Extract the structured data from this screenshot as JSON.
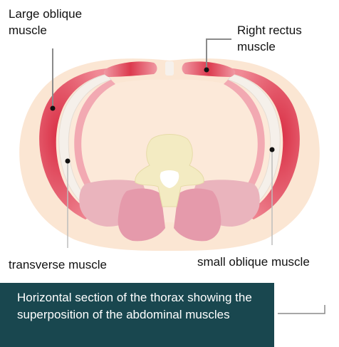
{
  "labels": {
    "large_oblique": "Large oblique muscle",
    "right_rectus": "Right rectus muscle",
    "transverse": "transverse muscle",
    "small_oblique": "small oblique muscle"
  },
  "caption": "Horizontal section of the thorax showing the superposition of the abdominal muscles",
  "colors": {
    "skin": "#fbe6d3",
    "muscle_red": "#e2485a",
    "muscle_light": "#f3b4b8",
    "back_muscle": "#e9aeb8",
    "vertebra": "#f3ebc2",
    "fascia": "#f1eeea",
    "caption_bg": "#19474f",
    "leader_line": "#8a8a8a"
  }
}
